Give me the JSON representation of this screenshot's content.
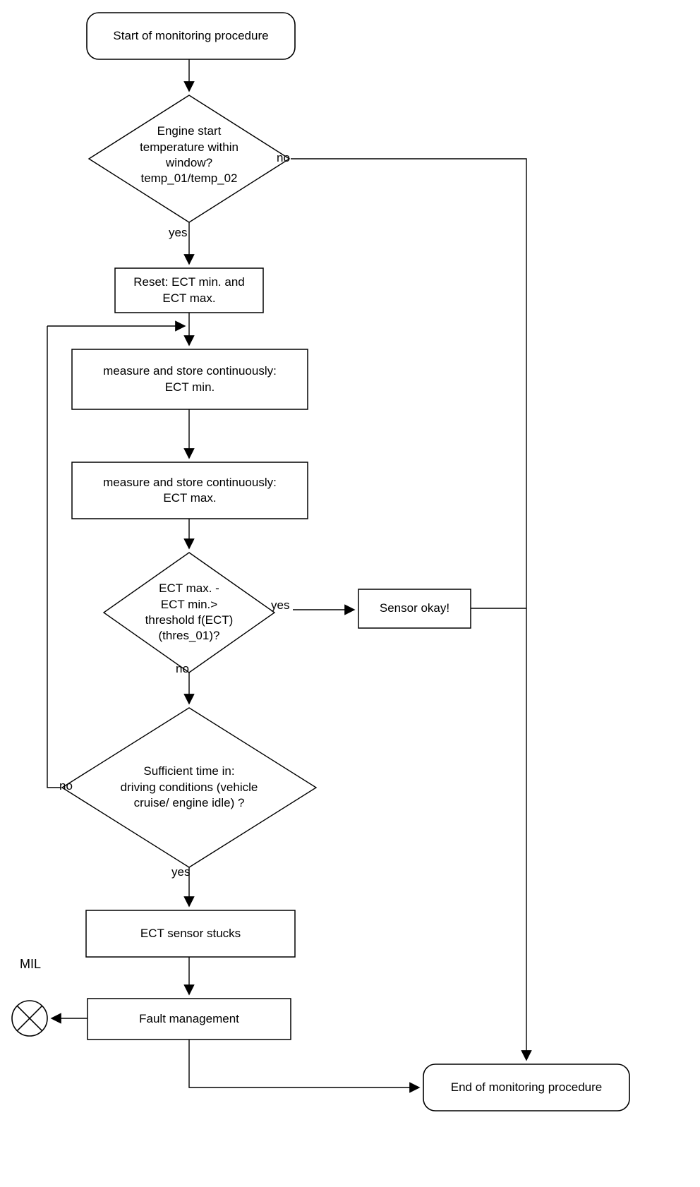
{
  "diagram": {
    "title": "ECT sensor monitoring procedure flowchart",
    "stroke_color": "#000000",
    "fill_color": "#ffffff",
    "nodes": {
      "start": {
        "label": "Start of monitoring procedure",
        "shape": "rounded-terminator"
      },
      "decision_temp_window": {
        "label": "Engine start\ntemperature within\nwindow?\ntemp_01/temp_02",
        "shape": "diamond"
      },
      "reset_box": {
        "label": "Reset: ECT min. and\nECT max.",
        "shape": "process"
      },
      "measure_min": {
        "label": "measure and store continuously:\nECT min.",
        "shape": "process"
      },
      "measure_max": {
        "label": "measure and store continuously:\nECT max.",
        "shape": "process"
      },
      "decision_threshold": {
        "label": "ECT max. -\nECT min.>\nthreshold f(ECT)\n(thres_01)?",
        "shape": "diamond"
      },
      "sensor_okay": {
        "label": "Sensor okay!",
        "shape": "process"
      },
      "decision_sufficient_time": {
        "label": "Sufficient time in:\ndriving conditions (vehicle\ncruise/ engine idle) ?",
        "shape": "diamond"
      },
      "ect_sensor_stucks": {
        "label": "ECT sensor stucks",
        "shape": "process"
      },
      "fault_management": {
        "label": "Fault management",
        "shape": "process"
      },
      "mil_indicator": {
        "label": "MIL",
        "shape": "circle-cross"
      },
      "end": {
        "label": "End of monitoring procedure",
        "shape": "rounded-terminator"
      }
    },
    "edge_labels": {
      "temp_window_no": "no",
      "temp_window_yes": "yes",
      "threshold_yes": "yes",
      "threshold_no": "no",
      "sufficient_time_no": "no",
      "sufficient_time_yes": "yes"
    }
  }
}
